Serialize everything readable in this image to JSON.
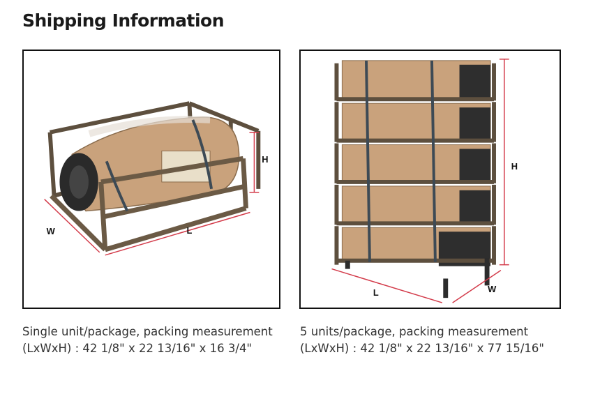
{
  "heading": "Shipping Information",
  "single_unit": {
    "caption": "Single unit/package, packing measurement (LxWxH) : 42 1/8\" x 22 13/16\" x 16 3/4\"",
    "labels": {
      "height": "H",
      "width": "W",
      "length": "L"
    }
  },
  "five_units": {
    "caption": "5 units/package, packing measurement (LxWxH) : 42 1/8\" x 22 13/16\" x 77 15/16\"",
    "labels": {
      "height": "H",
      "width": "W",
      "length": "L"
    }
  },
  "colors": {
    "dimension_line": "#d33b4a",
    "frame_metal": "#6b5a45",
    "cardboard": "#c9a27c",
    "border": "#111111"
  }
}
